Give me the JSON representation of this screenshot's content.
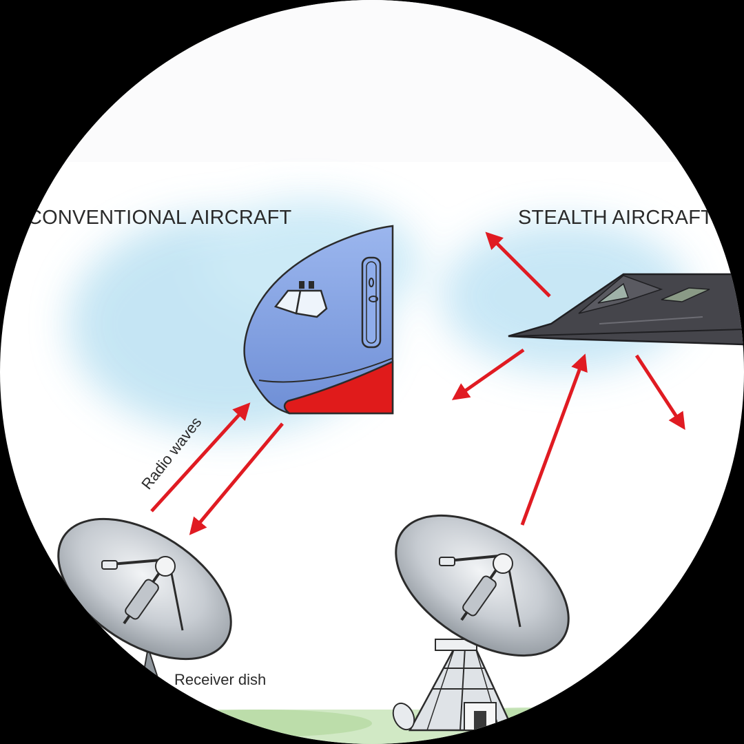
{
  "labels": {
    "conventional": "CONVENTIONAL AIRCRAFT",
    "stealth": "STEALTH AIRCRAFT",
    "radio_waves": "Radio waves",
    "receiver": "Receiver dish"
  },
  "colors": {
    "background": "#000000",
    "panel": "#ffffff",
    "sky": "#bfe3f3",
    "arrow": "#e01b22",
    "plane_body": "#7f9fe0",
    "plane_belly": "#e01b1b",
    "stealth_body": "#4a4a4f",
    "dish": "#c9ced3",
    "grass": "#bfe0b0"
  },
  "icons": [
    "conventional-aircraft-icon",
    "stealth-aircraft-icon",
    "radar-dish-icon",
    "radar-tower-icon"
  ]
}
